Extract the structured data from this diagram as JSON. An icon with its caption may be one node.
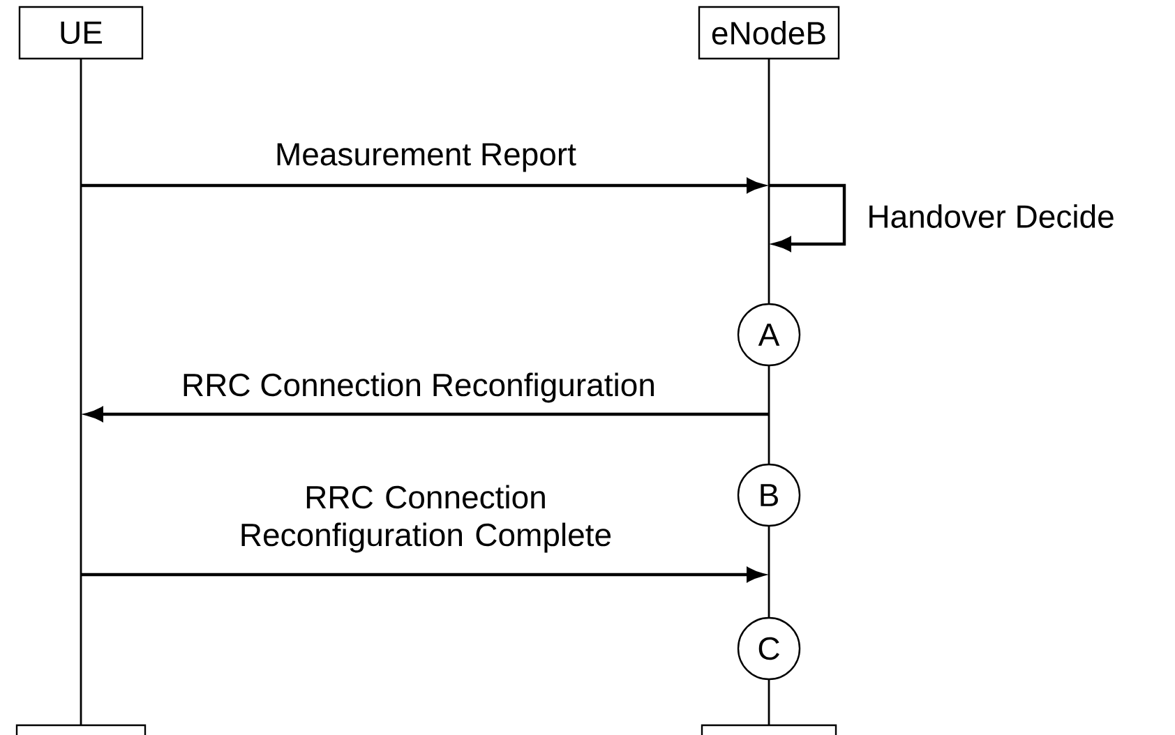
{
  "diagram": {
    "nodes": [
      {
        "text": [
          "UE"
        ]
      },
      {
        "text": [
          "eNodeB"
        ]
      },
      {
        "text": [],
        "shape": "bar"
      },
      {
        "text": [],
        "shape": "bar"
      },
      {
        "text": [
          "A"
        ]
      },
      {
        "text": [],
        "shape": "bar"
      },
      {
        "text": [
          "B"
        ]
      },
      {
        "text": [],
        "shape": "bar"
      },
      {
        "text": [
          "C"
        ]
      },
      {
        "text": [],
        "shape": "bar"
      },
      {
        "text": [],
        "shape": "box"
      },
      {
        "text": [],
        "shape": "box"
      }
    ],
    "edges": [
      {
        "from": 2,
        "to": 3,
        "arrow": "to",
        "label": "Measurement Report"
      },
      {
        "from": 3,
        "to": 3,
        "arrow": "to",
        "label": "Handover Decide"
      },
      {
        "from": 5,
        "to": 2,
        "arrow": "to",
        "label": "RRC Connection Reconfiguration"
      },
      {
        "from": 2,
        "to": 7,
        "arrow": "to",
        "label": "RRC Connection Reconfiguration Complete"
      }
    ]
  }
}
